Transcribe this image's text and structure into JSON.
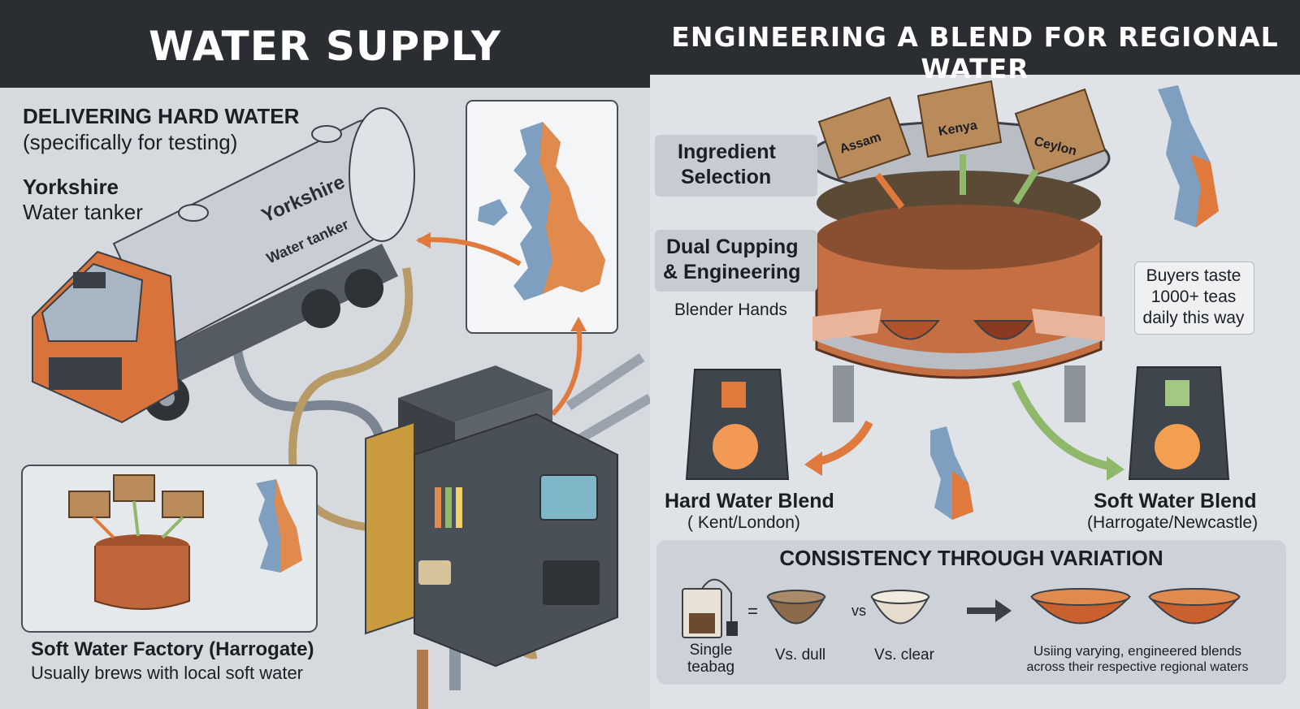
{
  "left": {
    "title": "WATER SUPPLY",
    "delivering_heading": "DELIVERING HARD WATER",
    "delivering_sub": "(specifically for testing)",
    "tanker_label_bold": "Yorkshire",
    "tanker_label": "Water tanker",
    "tanker_side_line1": "Yorkshire",
    "tanker_side_line2": "Water tanker",
    "factory_caption": "Soft Water Factory (Harrogate)",
    "factory_sub": "Usually brews with local soft water"
  },
  "right": {
    "title": "ENGINEERING A BLEND FOR REGIONAL WATER",
    "crates": [
      "Assam",
      "Kenya",
      "Ceylon"
    ],
    "ingredient_line1": "Ingredient",
    "ingredient_line2": "Selection",
    "cupping_line1": "Dual Cupping",
    "cupping_line2": "& Engineering",
    "blender_hands": "Blender Hands",
    "buyers_line1": "Buyers taste",
    "buyers_line2": "1000+ teas",
    "buyers_line3": "daily this way",
    "hard_blend": "Hard Water Blend",
    "hard_region": "( Kent/London)",
    "soft_blend": "Soft Water Blend",
    "soft_region": "(Harrogate/Newcastle)",
    "consistency_title": "CONSISTENCY THROUGH VARIATION",
    "single_line1": "Single",
    "single_line2": "teabag",
    "equals": "=",
    "vs": "vs",
    "dull": "Vs. dull",
    "clear": "Vs. clear",
    "using_line1": "Usiing varying, engineered blends",
    "using_line2": "across their respective regional waters"
  },
  "colors": {
    "header": "#2a2e33",
    "orange": "#e07a3c",
    "copper": "#c0663a",
    "green": "#8fb86a",
    "blue_map": "#6f93b8",
    "steel": "#b7bcc2"
  }
}
